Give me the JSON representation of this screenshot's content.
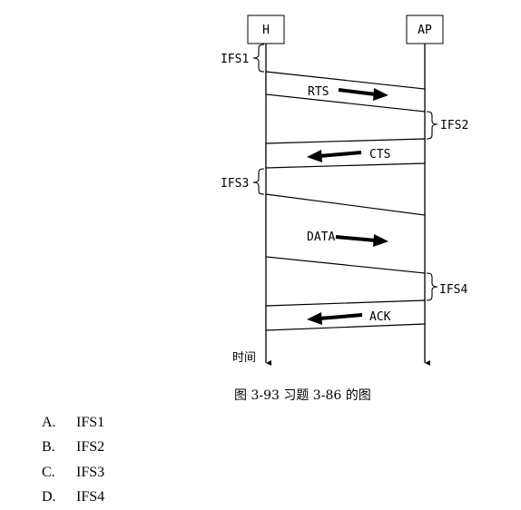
{
  "diagram": {
    "stations": {
      "host": "H",
      "ap": "AP"
    },
    "time_axis_label": "时间",
    "frames": [
      {
        "label": "RTS",
        "direction": "H→AP"
      },
      {
        "label": "CTS",
        "direction": "AP→H"
      },
      {
        "label": "DATA",
        "direction": "H→AP"
      },
      {
        "label": "ACK",
        "direction": "AP→H"
      }
    ],
    "intervals": [
      "IFS1",
      "IFS2",
      "IFS3",
      "IFS4"
    ],
    "caption": "图 3-93  习题 3-86 的图"
  },
  "options": [
    {
      "letter": "A.",
      "text": "IFS1"
    },
    {
      "letter": "B.",
      "text": "IFS2"
    },
    {
      "letter": "C.",
      "text": "IFS3"
    },
    {
      "letter": "D.",
      "text": "IFS4"
    }
  ]
}
